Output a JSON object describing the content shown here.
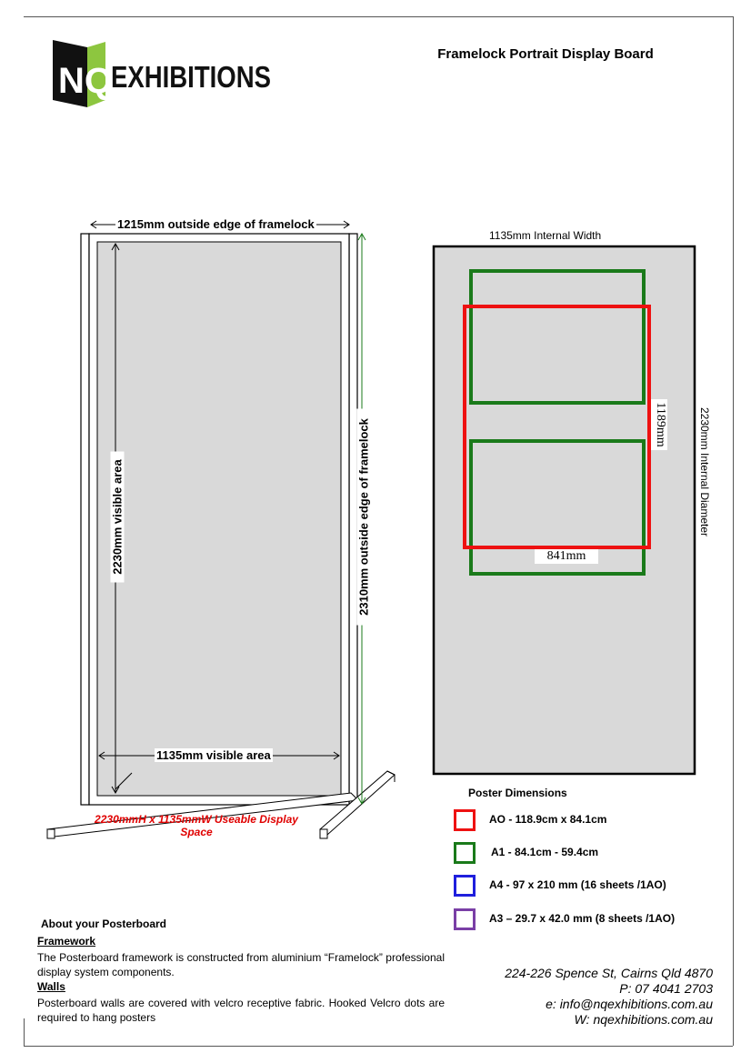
{
  "header": {
    "logo_initials": "NQ",
    "logo_text": "EXHIBITIONS",
    "title": "Framelock Portrait Display Board"
  },
  "left_diagram": {
    "outside_width_label": "1215mm outside edge of framelock",
    "visible_height_label": "2230mm visible area",
    "outside_height_label": "2310mm outside edge of framelock",
    "visible_width_label": "1135mm visible area",
    "usable_space_label": "2230mmH x 1135mmW Useable Display Space"
  },
  "right_diagram": {
    "internal_width_label": "1135mm Internal Width",
    "internal_height_label": "2230mm Internal Diameter",
    "a0_height_label": "1189mm",
    "a0_width_label": "841mm"
  },
  "legend": {
    "title": "Poster Dimensions",
    "items": [
      {
        "label": "AO - 118.9cm x 84.1cm",
        "color": "#ee1111"
      },
      {
        "label": "A1 - 84.1cm - 59.4cm",
        "color": "#1a7a1a"
      },
      {
        "label": "A4 - 97 x 210 mm (16 sheets /1AO)",
        "color": "#1f1fdd"
      },
      {
        "label": "A3 – 29.7 x 42.0 mm (8 sheets /1AO)",
        "color": "#7a3fa6"
      }
    ]
  },
  "about": {
    "title": "About your Posterboard",
    "framework_heading": "Framework",
    "framework_text": "The Posterboard  framework is constructed from aluminium “Framelock” professional display system components.",
    "walls_heading": "Walls",
    "walls_text": "Posterboard walls are covered with velcro receptive fabric. Hooked Velcro dots are required to hang posters"
  },
  "contact": {
    "address": "224-226 Spence St, Cairns Qld  4870",
    "phone": "P: 07 4041 2703",
    "email": "e: info@nqexhibitions.com.au",
    "web": "W: nqexhibitions.com.au"
  },
  "colors": {
    "panel_fill": "#d9d9d9",
    "a0_red": "#ee1111",
    "a1_green": "#1a7a1a",
    "usable_red": "#e00000"
  }
}
